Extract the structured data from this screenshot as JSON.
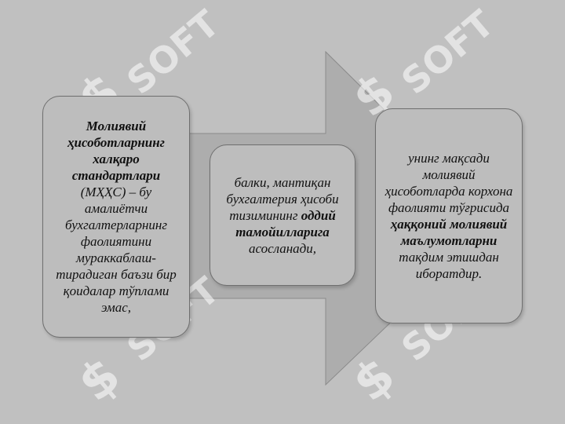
{
  "colors": {
    "background": "#c0c0c0",
    "arrow_fill": "#adadad",
    "box_fill": "#bdbdbd",
    "box_border": "#6f6f6f",
    "watermark": "#ffffff"
  },
  "watermark": {
    "text": "SOFT",
    "icon": "dollar-sign-icon"
  },
  "boxes": {
    "left": {
      "bold": "Молиявий ҳисоботларнинг халқаро стандартлари",
      "rest": " (МҲҲС) – бу амалиётчи бухгалтерларнинг фаолиятини мураккаблаш­тирадиган баъзи бир қоидалар тўплами эмас,"
    },
    "middle": {
      "before": "балки, мантиқан бухгалтерия ҳисоби тизимининг ",
      "bold": "оддий тамойилларига",
      "after": " асосланади,"
    },
    "right": {
      "before": "унинг мақсади молиявий ҳисоботларда корхона фаолияти тўғрисида ",
      "bold": "ҳаққоний молиявий маълумотларни",
      "after": " тақдим этишдан иборатдир."
    }
  }
}
